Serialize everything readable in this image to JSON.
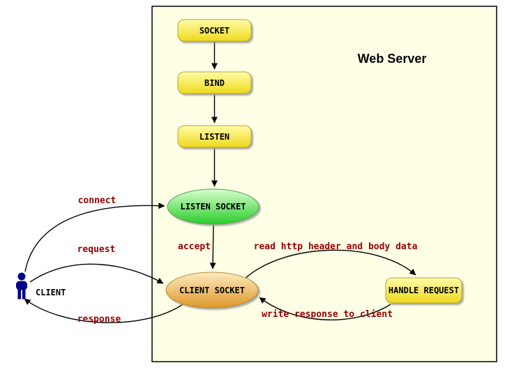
{
  "diagram": {
    "title": "Web Server",
    "client_label": "CLIENT",
    "nodes": {
      "socket": "SOCKET",
      "bind": "BIND",
      "listen": "LISTEN",
      "listen_socket": "LISTEN SOCKET",
      "client_socket": "CLIENT SOCKET",
      "handle_request": "HANDLE REQUEST"
    },
    "edges": {
      "connect": "connect",
      "request": "request",
      "response": "response",
      "accept": "accept",
      "read": "read http header and body data",
      "write": "write response to client"
    },
    "colors": {
      "edge_label": "#990000",
      "server_box_fill": "#FFFFE6",
      "step_node_fill": "#EFD91C",
      "listen_socket_fill": "#2BCC2B",
      "client_socket_fill": "#DD9728",
      "client_icon": "#00008B"
    }
  }
}
